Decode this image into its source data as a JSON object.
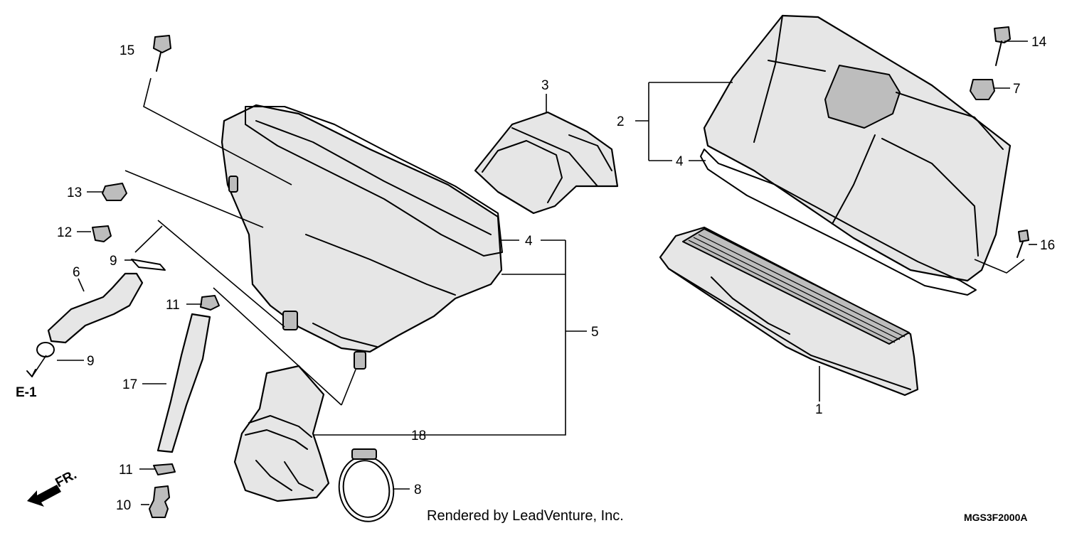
{
  "diagram": {
    "callouts": {
      "c1": "1",
      "c2": "2",
      "c3": "3",
      "c4a": "4",
      "c4b": "4",
      "c5": "5",
      "c6": "6",
      "c7": "7",
      "c8": "8",
      "c9a": "9",
      "c9b": "9",
      "c10": "10",
      "c11a": "11",
      "c11b": "11",
      "c12": "12",
      "c13": "13",
      "c14": "14",
      "c15": "15",
      "c16": "16",
      "c17": "17",
      "c18": "18"
    },
    "reference_label": "E-1",
    "direction_label": "FR.",
    "credit": "Rendered by LeadVenture, Inc.",
    "drawing_code": "MGS3F2000A"
  }
}
